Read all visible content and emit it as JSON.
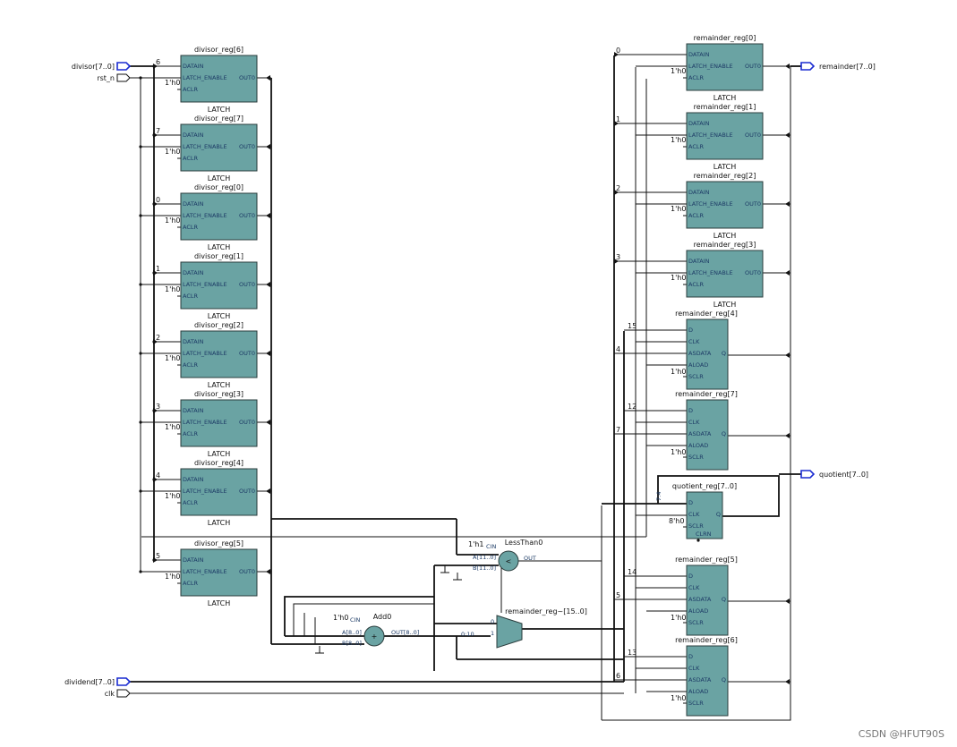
{
  "inputs": {
    "divisor": "divisor[7..0]",
    "rst_n": "rst_n",
    "dividend": "dividend[7..0]",
    "clk": "clk"
  },
  "outputs": {
    "remainder": "remainder[7..0]",
    "quotient": "quotient[7..0]"
  },
  "ports": {
    "latch": [
      "DATAIN",
      "LATCH_ENABLE",
      "ACLR",
      "OUT0"
    ],
    "dff": [
      "D",
      "CLK",
      "ASDATA",
      "ALOAD",
      "SCLR",
      "Q"
    ],
    "quot": [
      "D",
      "CLK",
      "SCLR",
      "CLRN",
      "Q"
    ]
  },
  "const_labels": {
    "zero": "1'h0",
    "one": "1'h1",
    "eight_zero": "8'h0",
    "cin": "CIN",
    "a_add": "A[8..0]",
    "b_add": "B[8..0]",
    "out_add": "OUT[8..0]",
    "a_cmp": "A[11..0]",
    "b_cmp": "B[11..0]",
    "out_cmp": "OUT",
    "mux0": "0",
    "mux1": "1",
    "type_latch": "LATCH"
  },
  "divisor_regs": [
    {
      "name": "divisor_reg[6]",
      "bit": "6"
    },
    {
      "name": "divisor_reg[7]",
      "bit": "7"
    },
    {
      "name": "divisor_reg[0]",
      "bit": "0"
    },
    {
      "name": "divisor_reg[1]",
      "bit": "1"
    },
    {
      "name": "divisor_reg[2]",
      "bit": "2"
    },
    {
      "name": "divisor_reg[3]",
      "bit": "3"
    },
    {
      "name": "divisor_reg[4]",
      "bit": "4"
    },
    {
      "name": "divisor_reg[5]",
      "bit": "5"
    }
  ],
  "remainder_latches": [
    {
      "name": "remainder_reg[0]",
      "bit": "0"
    },
    {
      "name": "remainder_reg[1]",
      "bit": "1"
    },
    {
      "name": "remainder_reg[2]",
      "bit": "2"
    },
    {
      "name": "remainder_reg[3]",
      "bit": "3"
    }
  ],
  "remainder_dffs": [
    {
      "name": "remainder_reg[4]",
      "d_bit": "15",
      "as_bit": "4"
    },
    {
      "name": "remainder_reg[7]",
      "d_bit": "12",
      "as_bit": "7"
    },
    {
      "name": "remainder_reg[5]",
      "d_bit": "14",
      "as_bit": "5"
    },
    {
      "name": "remainder_reg[6]",
      "d_bit": "13",
      "as_bit": "6"
    }
  ],
  "quotient_reg": {
    "name": "quotient_reg[7..0]",
    "bus": "7:4"
  },
  "adder": {
    "name": "Add0"
  },
  "comparator": {
    "name": "LessThan0"
  },
  "mux": {
    "name": "remainder_reg~[15..0]",
    "sel": "0:10"
  },
  "watermark": "CSDN @HFUT90S"
}
